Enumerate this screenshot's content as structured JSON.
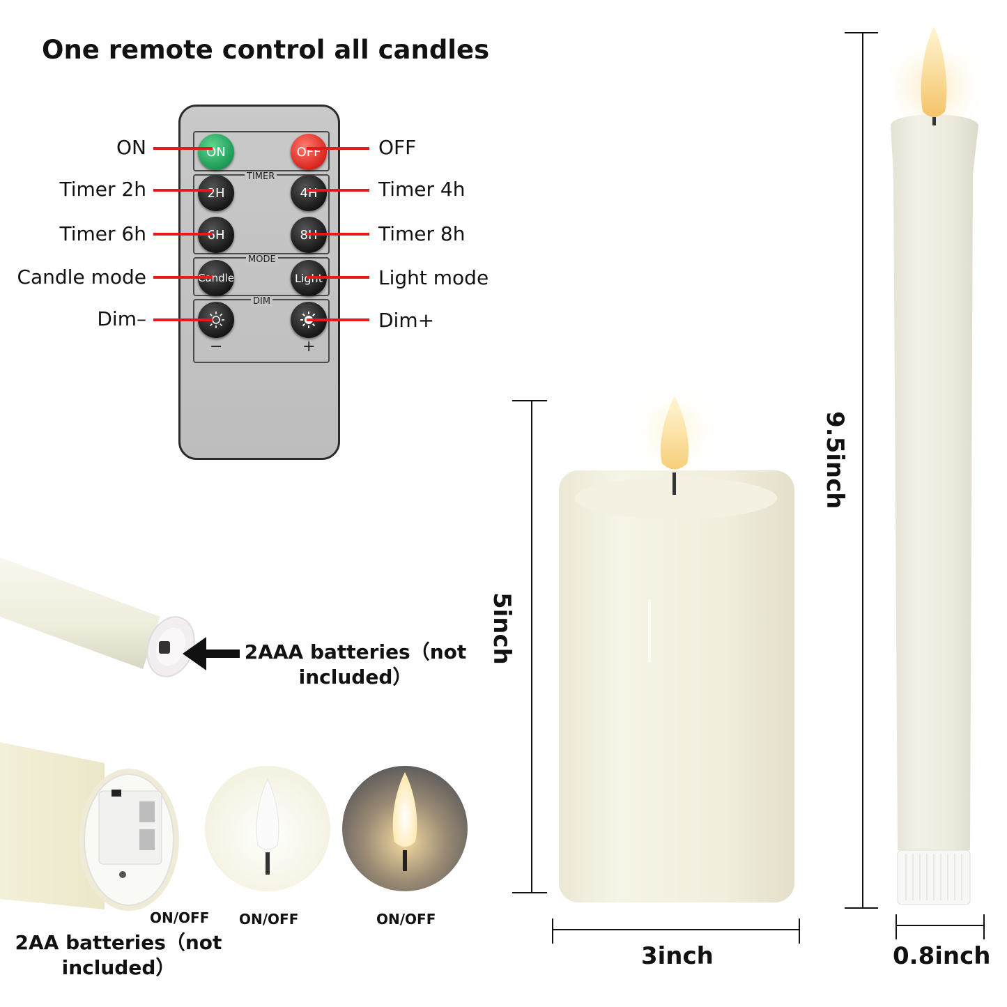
{
  "title": "One remote control all candles",
  "remote": {
    "panels": {
      "timer": "TIMER",
      "mode": "MODE",
      "dim": "DIM"
    },
    "buttons": {
      "on": "ON",
      "off": "OFF",
      "t2": "2H",
      "t4": "4H",
      "t6": "6H",
      "t8": "8H",
      "candle": "Candle",
      "light": "Light"
    },
    "dim_signs": {
      "minus": "−",
      "plus": "+"
    },
    "colors": {
      "on": "#1c9a57",
      "off": "#d8261f",
      "callout_line": "#e41b1b"
    }
  },
  "callouts": {
    "left": [
      "ON",
      "Timer 2h",
      "Timer 6h",
      "Candle mode",
      "Dim–"
    ],
    "right": [
      "OFF",
      "Timer 4h",
      "Timer 8h",
      "Light mode",
      "Dim+"
    ]
  },
  "battery_taper": {
    "line1": "2AAA batteries（not",
    "line2": "included）"
  },
  "battery_pillar": {
    "line1": "2AA batteries（not",
    "line2": "included）"
  },
  "switch_labels": [
    "ON/OFF",
    "ON/OFF",
    "ON/OFF"
  ],
  "dimensions": {
    "pillar_height": "5inch",
    "pillar_width": "3inch",
    "taper_height": "9.5inch",
    "taper_width": "0.8inch"
  }
}
